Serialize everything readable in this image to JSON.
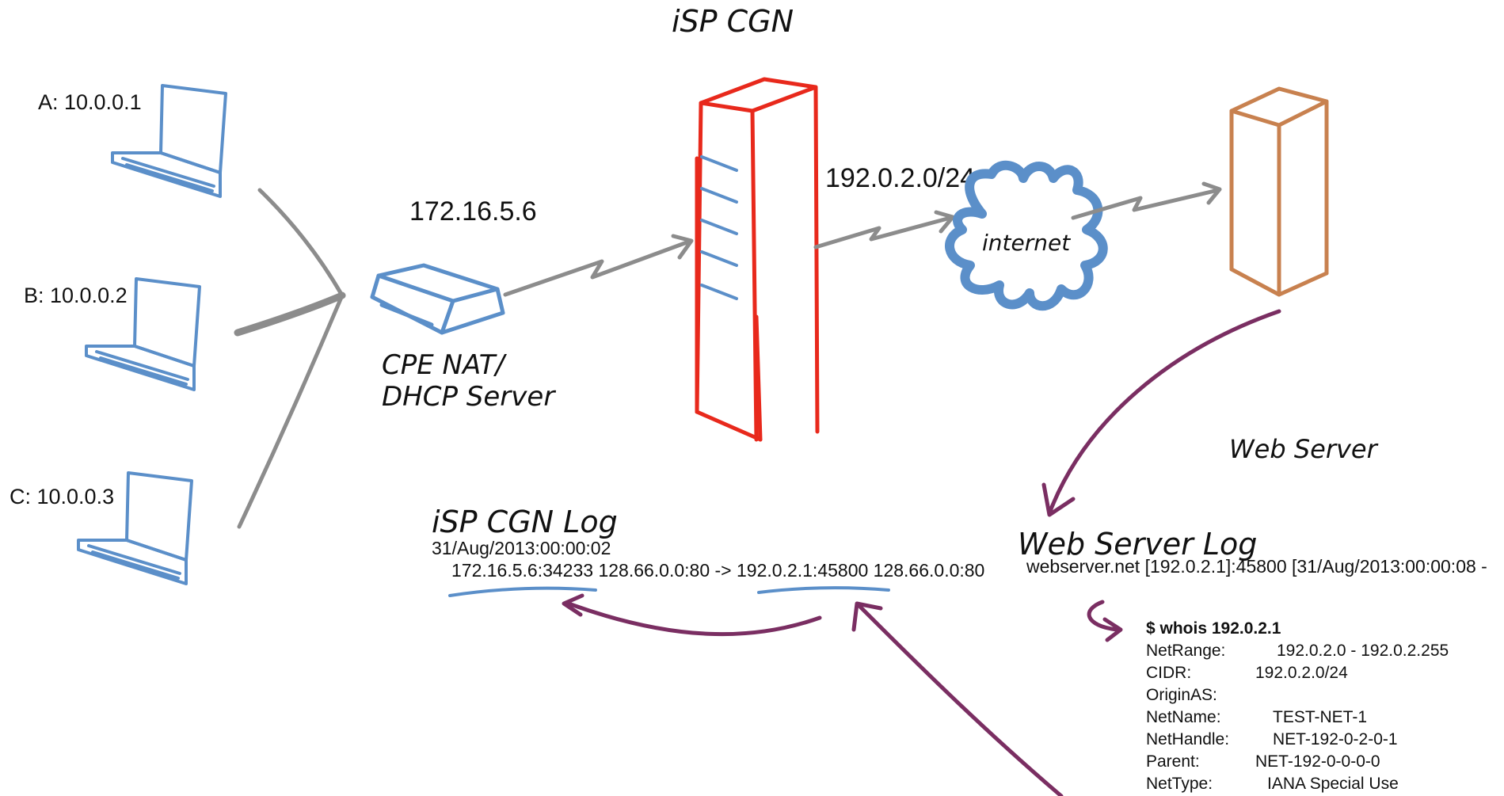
{
  "titles": {
    "cgn": "iSP CGN",
    "cpe_line1": "CPE NAT/",
    "cpe_line2": "DHCP Server",
    "internet": "internet",
    "web_server": "Web Server",
    "cgn_log": "iSP CGN Log",
    "web_log": "Web Server Log"
  },
  "hosts": [
    {
      "label": "A: 10.0.0.1"
    },
    {
      "label": "B: 10.0.0.2"
    },
    {
      "label": "C: 10.0.0.3"
    }
  ],
  "addresses": {
    "cpe_public": "172.16.5.6",
    "cgn_pool": "192.0.2.0/24"
  },
  "cgn_log": {
    "timestamp": "31/Aug/2013:00:00:02",
    "entry": "172.16.5.6:34233 128.66.0.0:80 -> 192.0.2.1:45800 128.66.0.0:80"
  },
  "web_log": {
    "entry": "webserver.net [192.0.2.1]:45800 [31/Aug/2013:00:00:08 -"
  },
  "whois": {
    "command": "$ whois 192.0.2.1",
    "rows": [
      {
        "key": "NetRange:",
        "value": "192.0.2.0 - 192.0.2.255"
      },
      {
        "key": "CIDR:",
        "value": "192.0.2.0/24"
      },
      {
        "key": "OriginAS:",
        "value": ""
      },
      {
        "key": "NetName:",
        "value": "TEST-NET-1"
      },
      {
        "key": "NetHandle:",
        "value": "NET-192-0-2-0-1"
      },
      {
        "key": "Parent:",
        "value": "NET-192-0-0-0-0"
      },
      {
        "key": "NetType:",
        "value": "IANA Special Use"
      }
    ]
  },
  "colors": {
    "laptop": "#5b8fc9",
    "router": "#5b8fc9",
    "cgn": "#e8291c",
    "cloud": "#5b8fc9",
    "server": "#c8814f",
    "link": "#8c8c8c",
    "annotation": "#7a2e62",
    "underline": "#5b8fc9"
  }
}
